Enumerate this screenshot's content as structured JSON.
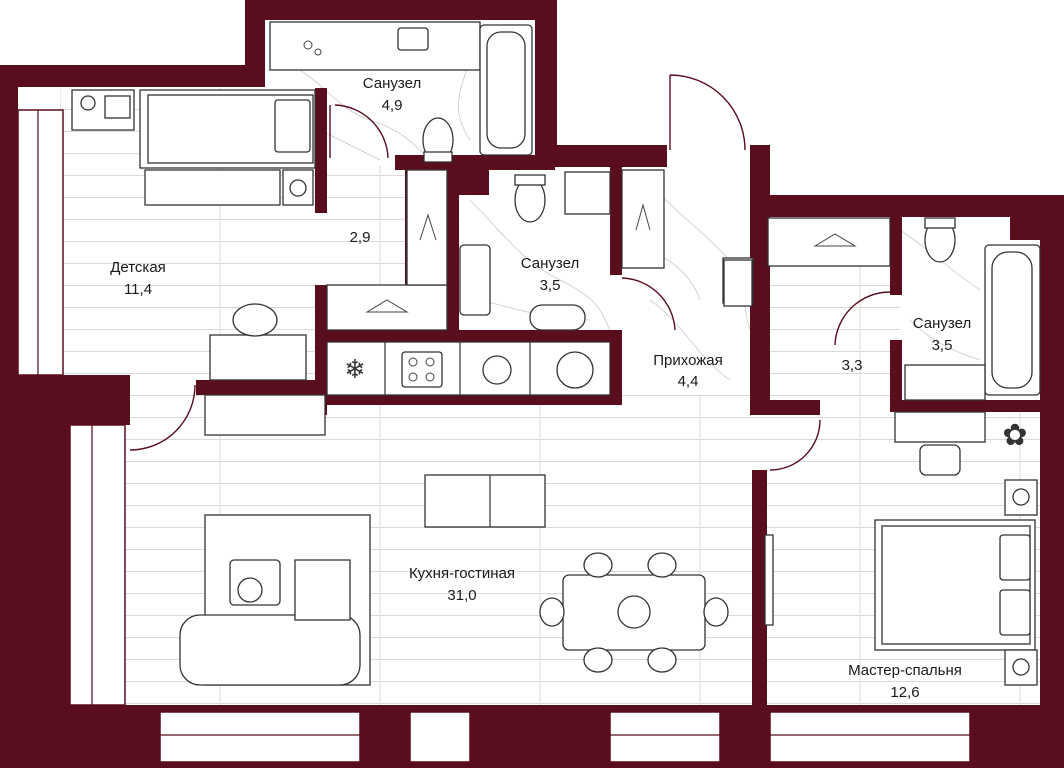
{
  "colors": {
    "wall": "#5a0d1c",
    "floor": "#ffffff",
    "furniture_stroke": "#333333"
  },
  "rooms": [
    {
      "key": "bath_top",
      "name": "Санузел",
      "area": "4,9"
    },
    {
      "key": "kids",
      "name": "Детская",
      "area": "11,4"
    },
    {
      "key": "wardrobe_corridor",
      "name": "",
      "area": "2,9"
    },
    {
      "key": "bath_middle",
      "name": "Санузел",
      "area": "3,5"
    },
    {
      "key": "hall",
      "name": "Прихожая",
      "area": "4,4"
    },
    {
      "key": "wardrobe_right",
      "name": "",
      "area": "3,3"
    },
    {
      "key": "bath_right",
      "name": "Санузел",
      "area": "3,5"
    },
    {
      "key": "kitchen_living",
      "name": "Кухня-гостиная",
      "area": "31,0"
    },
    {
      "key": "master",
      "name": "Мастер-спальня",
      "area": "12,6"
    }
  ],
  "icons": [
    "bed-icon",
    "bathtub-icon",
    "toilet-icon",
    "sink-icon",
    "washing-machine-icon",
    "hanger-icon",
    "fridge-icon",
    "cooktop-icon",
    "dishwasher-icon",
    "kitchen-sink-icon",
    "sofa-icon",
    "dining-table-icon",
    "armchair-icon",
    "desk-icon",
    "plant-icon",
    "tv-icon"
  ]
}
